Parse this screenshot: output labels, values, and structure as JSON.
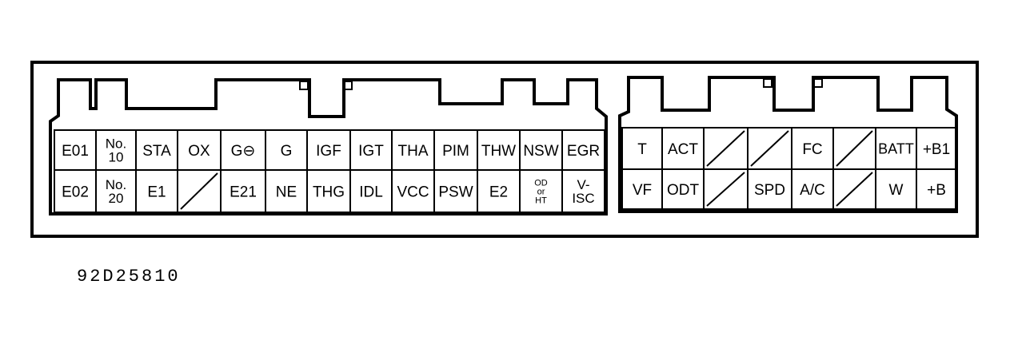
{
  "caption": "92D25810",
  "left_connector": {
    "top_row": [
      "E01",
      "No.\n10",
      "STA",
      "OX",
      "G⊖",
      "G",
      "IGF",
      "IGT",
      "THA",
      "PIM",
      "THW",
      "NSW",
      "EGR"
    ],
    "bottom_row": [
      "E02",
      "No.\n20",
      "E1",
      "",
      "E21",
      "NE",
      "THG",
      "IDL",
      "VCC",
      "PSW",
      "E2",
      "OD\nor\nHT",
      "V-\nISC"
    ]
  },
  "right_connector": {
    "top_row": [
      "T",
      "ACT",
      "",
      "",
      "FC",
      "",
      "BATT",
      "+B1"
    ],
    "bottom_row": [
      "VF",
      "ODT",
      "",
      "SPD",
      "A/C",
      "",
      "W",
      "+B"
    ]
  }
}
